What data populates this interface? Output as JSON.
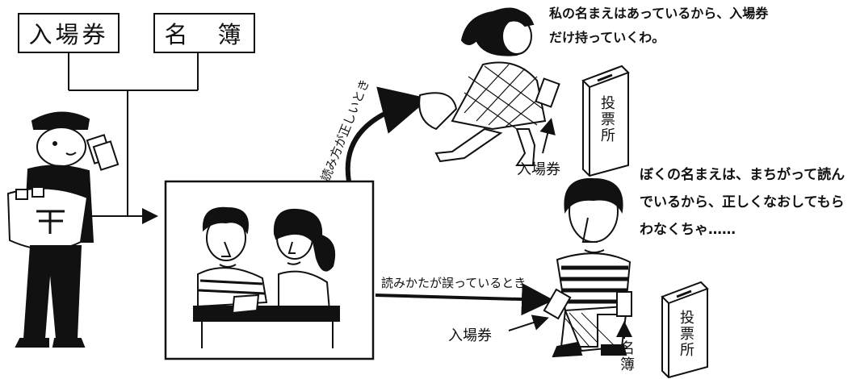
{
  "boxes": {
    "ticket": "入場券",
    "register": "名　簿"
  },
  "branches": {
    "correct": "読み方が正しいとき",
    "wrong": "読みかたが誤っているとき"
  },
  "labels": {
    "ticket_woman": "入場券",
    "ticket_boy": "入場券",
    "register_boy": "名簿",
    "ballot_box_1": "投票所",
    "ballot_box_2": "投票所"
  },
  "speech": {
    "woman": [
      "私の名まえはあっているから、入場券",
      "だけ持っていくわ。"
    ],
    "boy": [
      "ぼくの名まえは、まちがって読ん",
      "でいるから、正しくなおしてもら",
      "わなくちゃ……"
    ]
  }
}
